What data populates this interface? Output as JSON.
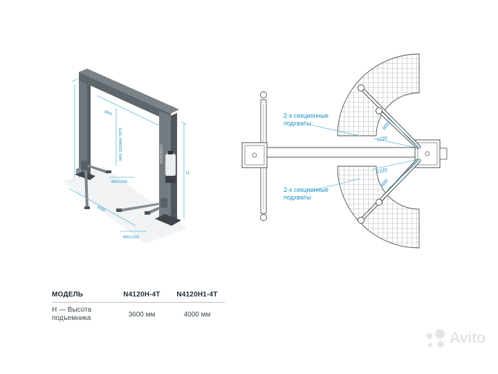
{
  "lift_view": {
    "dim_height_top": "2800",
    "dim_lift_height": "MIN 110/MAX 1975",
    "dim_inner_width": "800/1220",
    "dim_depth": "3430",
    "dim_outer_width": "800/1220",
    "dim_total_height": "H",
    "post_brand": "NORDBERG"
  },
  "top_view": {
    "label_upper": [
      "2-х секционные",
      "подхваты"
    ],
    "label_lower": [
      "2-х секционные",
      "подхваты"
    ],
    "dim_arm_upper_short": "800",
    "dim_arm_upper_long": "1220",
    "dim_arm_lower_long": "1220",
    "dim_arm_lower_short": "800"
  },
  "colors": {
    "frame": "#6f767b",
    "frame_dark": "#50575c",
    "dimension_line": "#62b8d8",
    "accent_text": "#1b8fc2",
    "outline": "#4a4f53",
    "grid": "#7b8085"
  },
  "spec_table": {
    "headers": [
      "МОДЕЛЬ",
      "N4120H-4T",
      "N4120H1-4T"
    ],
    "rows": [
      {
        "label_lines": [
          "H — Высота",
          "подъемника"
        ],
        "values": [
          "3600 мм",
          "4000 мм"
        ]
      }
    ]
  },
  "watermark": {
    "text": "Avito",
    "icon": "avito-dots-icon"
  }
}
